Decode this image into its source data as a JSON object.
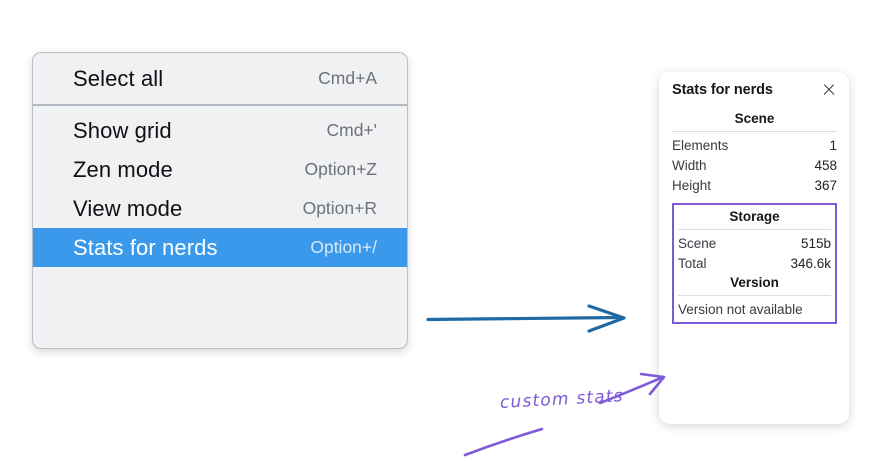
{
  "menu": {
    "groups": [
      {
        "items": [
          {
            "label": "Select all",
            "shortcut": "Cmd+A",
            "selected": false
          }
        ]
      },
      {
        "items": [
          {
            "label": "Show grid",
            "shortcut": "Cmd+'",
            "selected": false
          },
          {
            "label": "Zen mode",
            "shortcut": "Option+Z",
            "selected": false
          },
          {
            "label": "View mode",
            "shortcut": "Option+R",
            "selected": false
          },
          {
            "label": "Stats for nerds",
            "shortcut": "Option+/",
            "selected": true
          }
        ]
      }
    ],
    "selected_color": "#3b99ec",
    "background_color": "#f0f1f3"
  },
  "stats_panel": {
    "title": "Stats for nerds",
    "close_icon": "close-icon",
    "scene": {
      "heading": "Scene",
      "rows": [
        {
          "key": "Elements",
          "value": "1"
        },
        {
          "key": "Width",
          "value": "458"
        },
        {
          "key": "Height",
          "value": "367"
        }
      ]
    },
    "storage": {
      "heading": "Storage",
      "rows": [
        {
          "key": "Scene",
          "value": "515b"
        },
        {
          "key": "Total",
          "value": "346.6k"
        }
      ]
    },
    "version": {
      "heading": "Version",
      "text": "Version not available"
    },
    "highlight_color": "#7d5ad8"
  },
  "annotations": {
    "handwritten_label": "custom stats",
    "blue_arrow_color": "#1f6aa5",
    "purple_color": "#7d5ad8"
  }
}
